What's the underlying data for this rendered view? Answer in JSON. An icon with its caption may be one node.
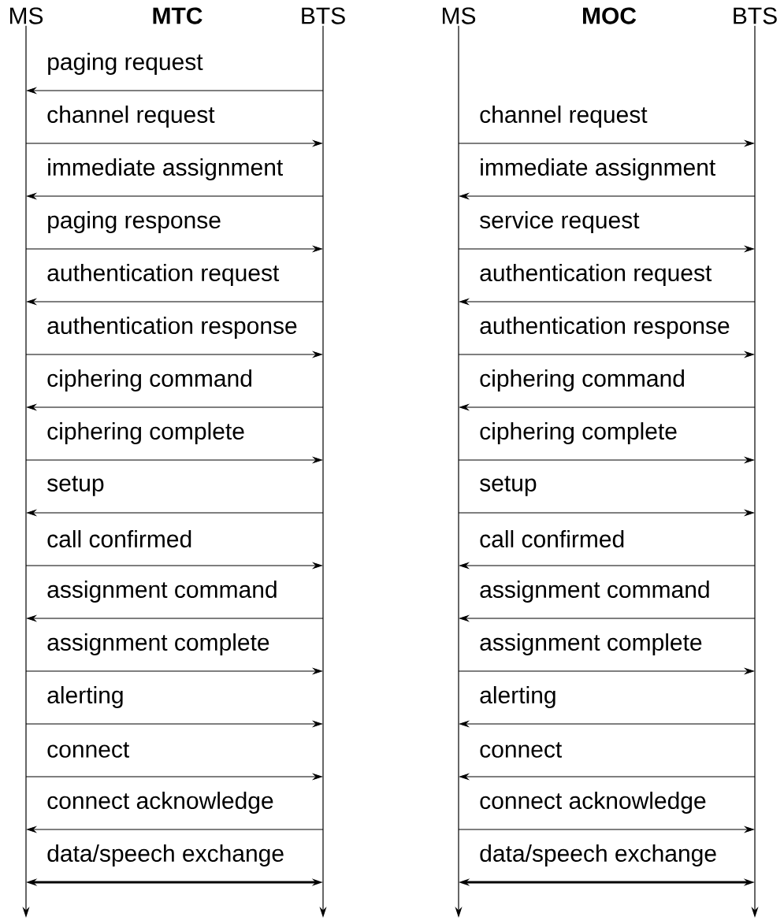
{
  "diagram": {
    "nodes": [
      {
        "text": [
          "MS"
        ]
      },
      {
        "text": [
          "BTS"
        ]
      },
      {
        "text": [
          "MS"
        ]
      },
      {
        "text": [
          "BTS"
        ]
      }
    ],
    "edges": [
      {
        "from": 1,
        "to": 0,
        "arrow": "to",
        "label": "paging request"
      },
      {
        "from": 0,
        "to": 1,
        "arrow": "to",
        "label": "channel request"
      },
      {
        "from": 1,
        "to": 0,
        "arrow": "to",
        "label": "immediate assignment"
      },
      {
        "from": 0,
        "to": 1,
        "arrow": "to",
        "label": "paging response"
      },
      {
        "from": 1,
        "to": 0,
        "arrow": "to",
        "label": "authentication request"
      },
      {
        "from": 0,
        "to": 1,
        "arrow": "to",
        "label": "authentication response"
      },
      {
        "from": 1,
        "to": 0,
        "arrow": "to",
        "label": "ciphering command"
      },
      {
        "from": 0,
        "to": 1,
        "arrow": "to",
        "label": "ciphering complete"
      },
      {
        "from": 1,
        "to": 0,
        "arrow": "to",
        "label": "setup"
      },
      {
        "from": 0,
        "to": 1,
        "arrow": "to",
        "label": "call confirmed"
      },
      {
        "from": 1,
        "to": 0,
        "arrow": "to",
        "label": "assignment command"
      },
      {
        "from": 0,
        "to": 1,
        "arrow": "to",
        "label": "assignment complete"
      },
      {
        "from": 0,
        "to": 1,
        "arrow": "to",
        "label": "alerting"
      },
      {
        "from": 0,
        "to": 1,
        "arrow": "to",
        "label": "connect"
      },
      {
        "from": 1,
        "to": 0,
        "arrow": "to",
        "label": "connect acknowledge"
      },
      {
        "from": 0,
        "to": 1,
        "arrow": "both",
        "label": "data/speech exchange",
        "style": "thick"
      },
      {
        "from": 2,
        "to": 3,
        "arrow": "to",
        "label": "channel request"
      },
      {
        "from": 3,
        "to": 2,
        "arrow": "to",
        "label": "immediate assignment"
      },
      {
        "from": 2,
        "to": 3,
        "arrow": "to",
        "label": "service request"
      },
      {
        "from": 3,
        "to": 2,
        "arrow": "to",
        "label": "authentication request"
      },
      {
        "from": 2,
        "to": 3,
        "arrow": "to",
        "label": "authentication response"
      },
      {
        "from": 3,
        "to": 2,
        "arrow": "to",
        "label": "ciphering command"
      },
      {
        "from": 2,
        "to": 3,
        "arrow": "to",
        "label": "ciphering complete"
      },
      {
        "from": 2,
        "to": 3,
        "arrow": "to",
        "label": "setup"
      },
      {
        "from": 3,
        "to": 2,
        "arrow": "to",
        "label": "call confirmed"
      },
      {
        "from": 3,
        "to": 2,
        "arrow": "to",
        "label": "assignment command"
      },
      {
        "from": 2,
        "to": 3,
        "arrow": "to",
        "label": "assignment complete"
      },
      {
        "from": 3,
        "to": 2,
        "arrow": "to",
        "label": "alerting"
      },
      {
        "from": 3,
        "to": 2,
        "arrow": "to",
        "label": "connect"
      },
      {
        "from": 2,
        "to": 3,
        "arrow": "to",
        "label": "connect acknowledge"
      },
      {
        "from": 2,
        "to": 3,
        "arrow": "both",
        "label": "data/speech exchange",
        "style": "thick"
      }
    ],
    "labels": [
      "MTC",
      "MOC"
    ]
  }
}
